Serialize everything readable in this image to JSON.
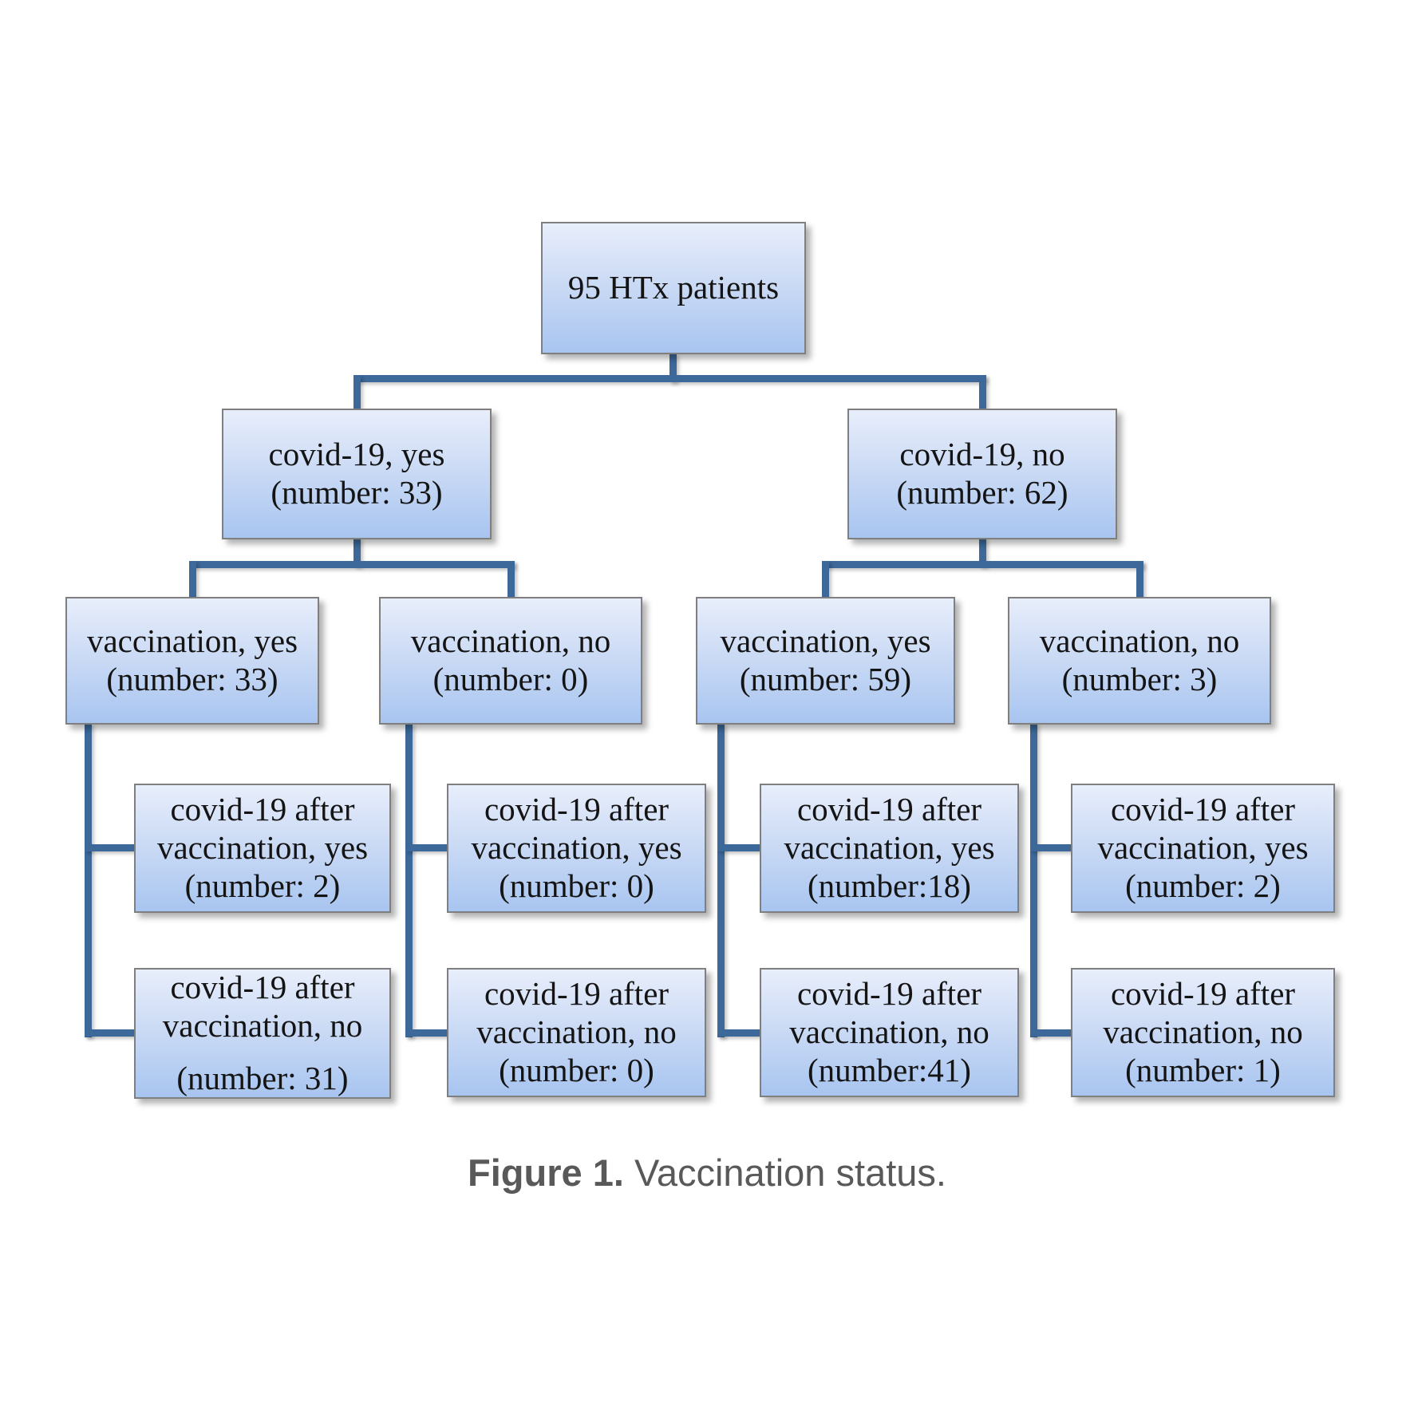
{
  "caption": {
    "label": "Figure 1.",
    "text": "Vaccination status."
  },
  "nodes": {
    "root": {
      "line1": "95 HTx patients"
    },
    "covid_yes": {
      "line1": "covid-19, yes",
      "line2": "(number: 33)"
    },
    "covid_no": {
      "line1": "covid-19, no",
      "line2": "(number: 62)"
    },
    "vacc_yes_33": {
      "line1": "vaccination, yes",
      "line2": "(number: 33)"
    },
    "vacc_no_0": {
      "line1": "vaccination, no",
      "line2": "(number: 0)"
    },
    "vacc_yes_59": {
      "line1": "vaccination, yes",
      "line2": "(number: 59)"
    },
    "vacc_no_3": {
      "line1": "vaccination, no",
      "line2": "(number: 3)"
    },
    "after_a1_yes": {
      "line1": "covid-19 after",
      "line2": "vaccination, yes",
      "line3": "(number: 2)"
    },
    "after_a1_no": {
      "line1": "covid-19 after",
      "line2": "vaccination, no",
      "line3": "(number: 31)"
    },
    "after_a2_yes": {
      "line1": "covid-19 after",
      "line2": "vaccination, yes",
      "line3": "(number: 0)"
    },
    "after_a2_no": {
      "line1": "covid-19 after",
      "line2": "vaccination, no",
      "line3": "(number: 0)"
    },
    "after_b1_yes": {
      "line1": "covid-19 after",
      "line2": "vaccination, yes",
      "line3": "(number:18)"
    },
    "after_b1_no": {
      "line1": "covid-19 after",
      "line2": "vaccination, no",
      "line3": "(number:41)"
    },
    "after_b2_yes": {
      "line1": "covid-19 after",
      "line2": "vaccination, yes",
      "line3": "(number: 2)"
    },
    "after_b2_no": {
      "line1": "covid-19 after",
      "line2": "vaccination, no",
      "line3": "(number: 1)"
    }
  },
  "style": {
    "page_bg": "#ffffff",
    "connector_color": "#3d689a",
    "box_border": "#7f7f7f",
    "box_fill_top": "#e8eefb",
    "box_fill_mid": "#ccdbf5",
    "box_fill_bottom": "#a8c5f0",
    "text_color": "#141414",
    "caption_color": "#595959"
  }
}
